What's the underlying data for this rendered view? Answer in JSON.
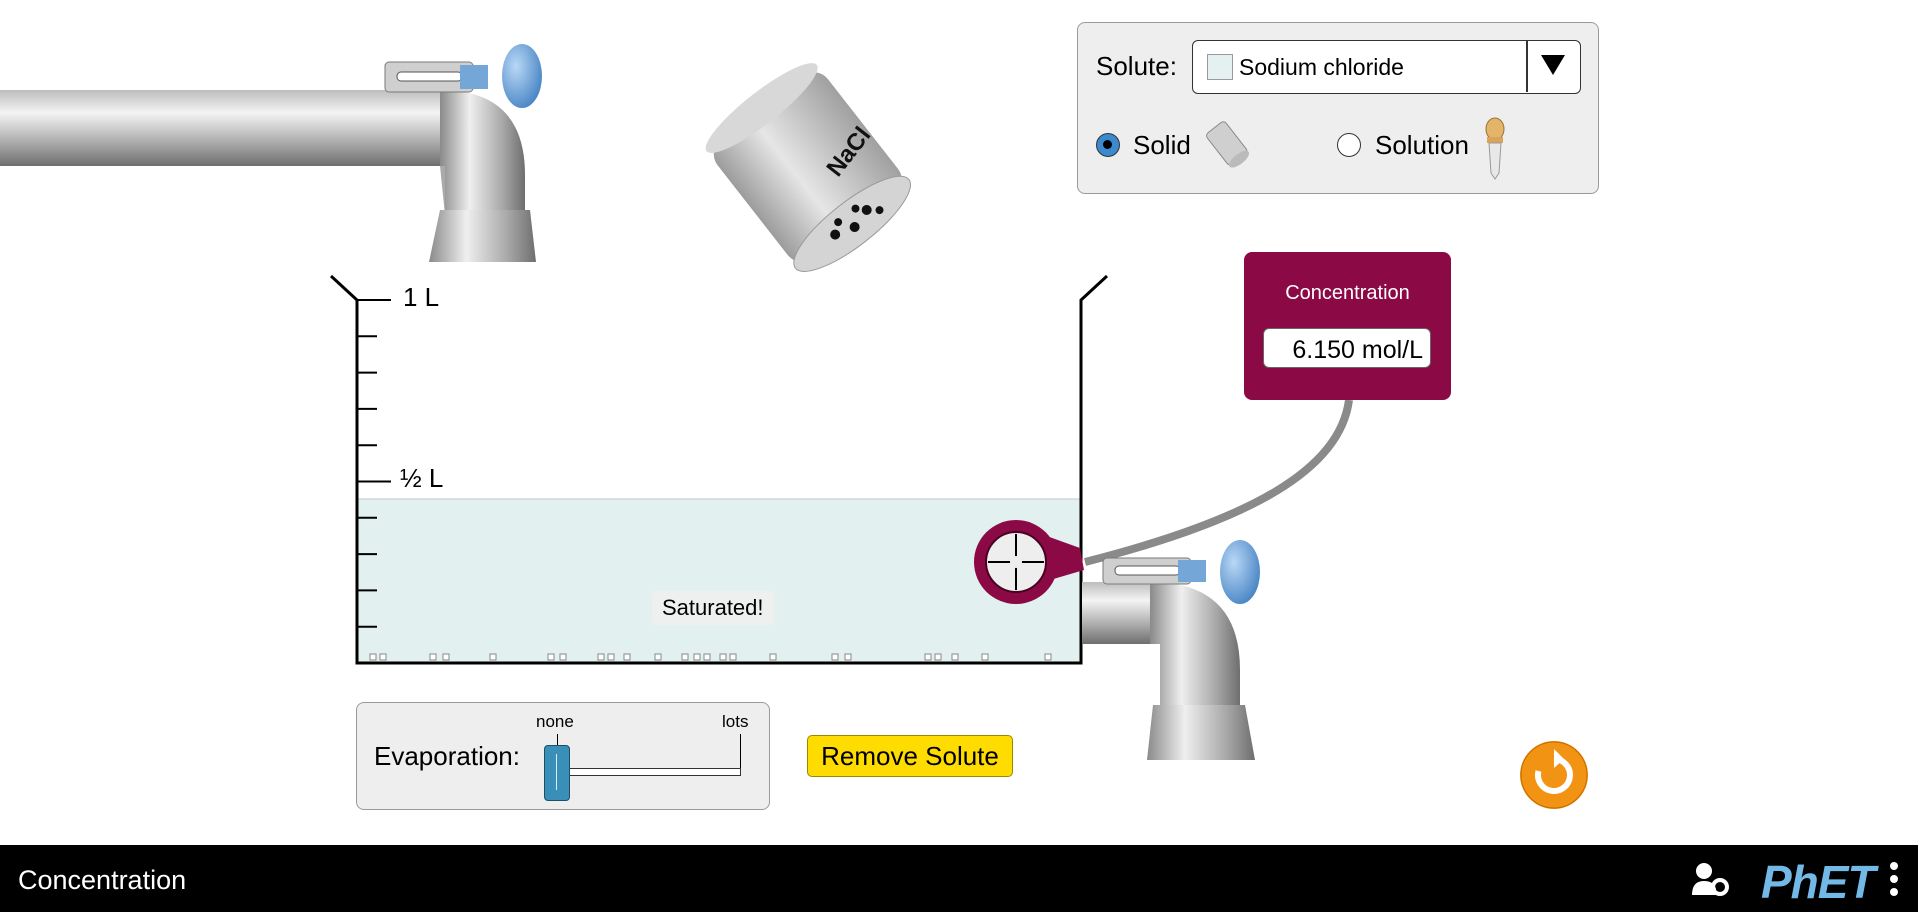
{
  "solute_panel": {
    "label": "Solute:",
    "selected_solute": "Sodium chloride",
    "swatch_color": "#e4f1f0",
    "form_options": [
      {
        "label": "Solid",
        "selected": true,
        "icon": "shaker-icon"
      },
      {
        "label": "Solution",
        "selected": false,
        "icon": "dropper-icon"
      }
    ]
  },
  "shaker": {
    "label": "NaCl"
  },
  "beaker": {
    "max_label": "1 L",
    "half_label": "½ L",
    "volume_fraction": 0.45,
    "status": "Saturated!",
    "solution_color": "#e2f0ef"
  },
  "concentration_meter": {
    "title": "Concentration",
    "value": "6.150 mol/L",
    "color": "#8b0a45"
  },
  "evaporation": {
    "label": "Evaporation:",
    "min_label": "none",
    "max_label": "lots",
    "level": 0
  },
  "buttons": {
    "remove_solute": "Remove Solute",
    "reset": "reset-all-icon"
  },
  "navbar": {
    "title": "Concentration",
    "logo": "PhET"
  }
}
